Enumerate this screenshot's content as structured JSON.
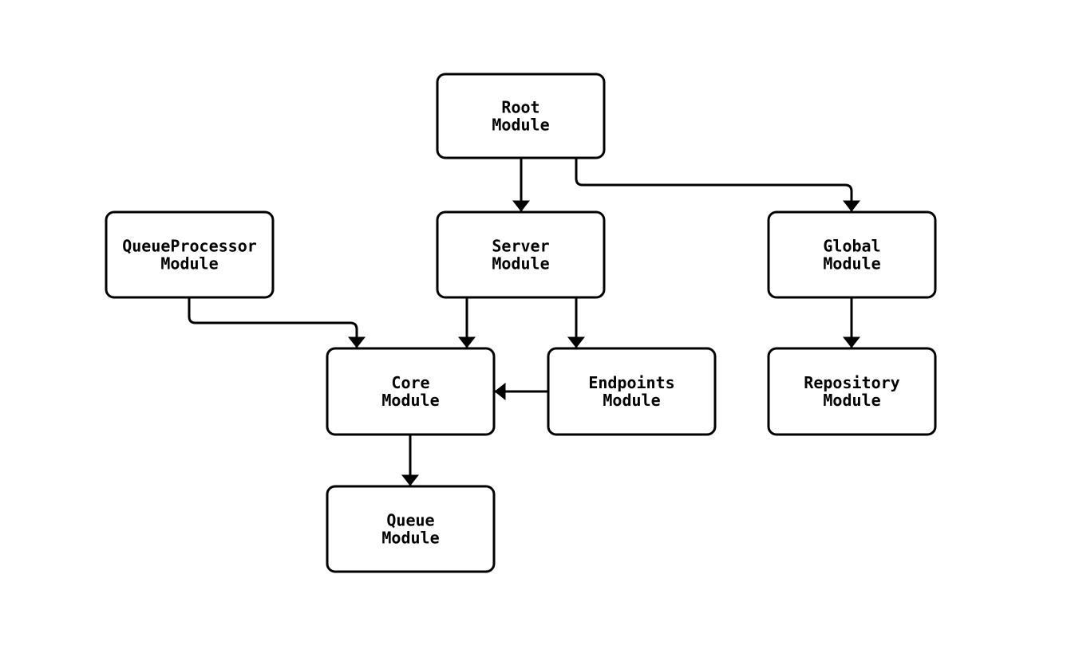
{
  "diagram": {
    "type": "module-dependency-graph",
    "background_color": "#ffffff",
    "node_fill_color": "#ffffff",
    "line_color": "#000000",
    "nodes": [
      {
        "id": "root-module",
        "line1": "Root",
        "line2": "Module"
      },
      {
        "id": "queueprocessor-module",
        "line1": "QueueProcessor",
        "line2": "Module"
      },
      {
        "id": "server-module",
        "line1": "Server",
        "line2": "Module"
      },
      {
        "id": "global-module",
        "line1": "Global",
        "line2": "Module"
      },
      {
        "id": "core-module",
        "line1": "Core",
        "line2": "Module"
      },
      {
        "id": "endpoints-module",
        "line1": "Endpoints",
        "line2": "Module"
      },
      {
        "id": "repository-module",
        "line1": "Repository",
        "line2": "Module"
      },
      {
        "id": "queue-module",
        "line1": "Queue",
        "line2": "Module"
      }
    ],
    "edges": [
      {
        "from": "Root Module",
        "to": "Server Module"
      },
      {
        "from": "Root Module",
        "to": "Global Module"
      },
      {
        "from": "QueueProcessor Module",
        "to": "Core Module"
      },
      {
        "from": "Server Module",
        "to": "Core Module"
      },
      {
        "from": "Server Module",
        "to": "Endpoints Module"
      },
      {
        "from": "Endpoints Module",
        "to": "Core Module"
      },
      {
        "from": "Global Module",
        "to": "Repository Module"
      },
      {
        "from": "Core Module",
        "to": "Queue Module"
      }
    ]
  }
}
